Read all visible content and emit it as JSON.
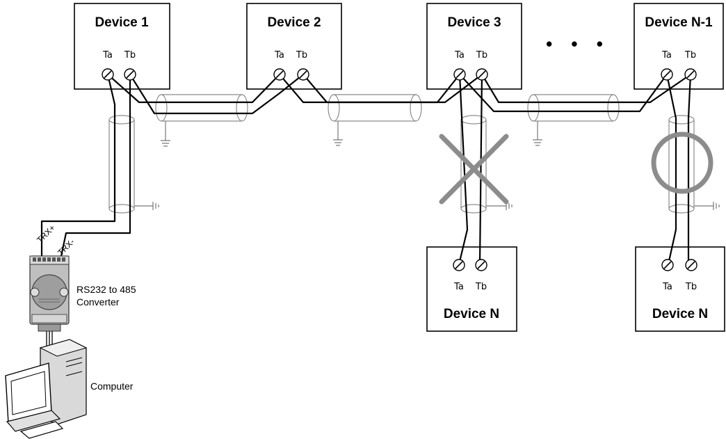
{
  "devices": {
    "d1": {
      "title": "Device 1",
      "ta": "Ta",
      "tb": "Tb"
    },
    "d2": {
      "title": "Device 2",
      "ta": "Ta",
      "tb": "Tb"
    },
    "d3": {
      "title": "Device 3",
      "ta": "Ta",
      "tb": "Tb"
    },
    "dn1": {
      "title": "Device N-1",
      "ta": "Ta",
      "tb": "Tb"
    },
    "dnA": {
      "title": "Device N",
      "ta": "Ta",
      "tb": "Tb"
    },
    "dnB": {
      "title": "Device N",
      "ta": "Ta",
      "tb": "Tb"
    }
  },
  "ellipsis": "• • •",
  "converter": {
    "label_line1": "RS232 to 485",
    "label_line2": "Converter"
  },
  "computer": {
    "label": "Computer"
  },
  "wires": {
    "trx_plus": "TRX+",
    "trx_minus": "TRX-"
  },
  "marks": {
    "wrong": "X",
    "correct": "O"
  },
  "colors": {
    "mark": "#8c8c8c",
    "shield": "#8a8a8a",
    "line": "#000000"
  }
}
